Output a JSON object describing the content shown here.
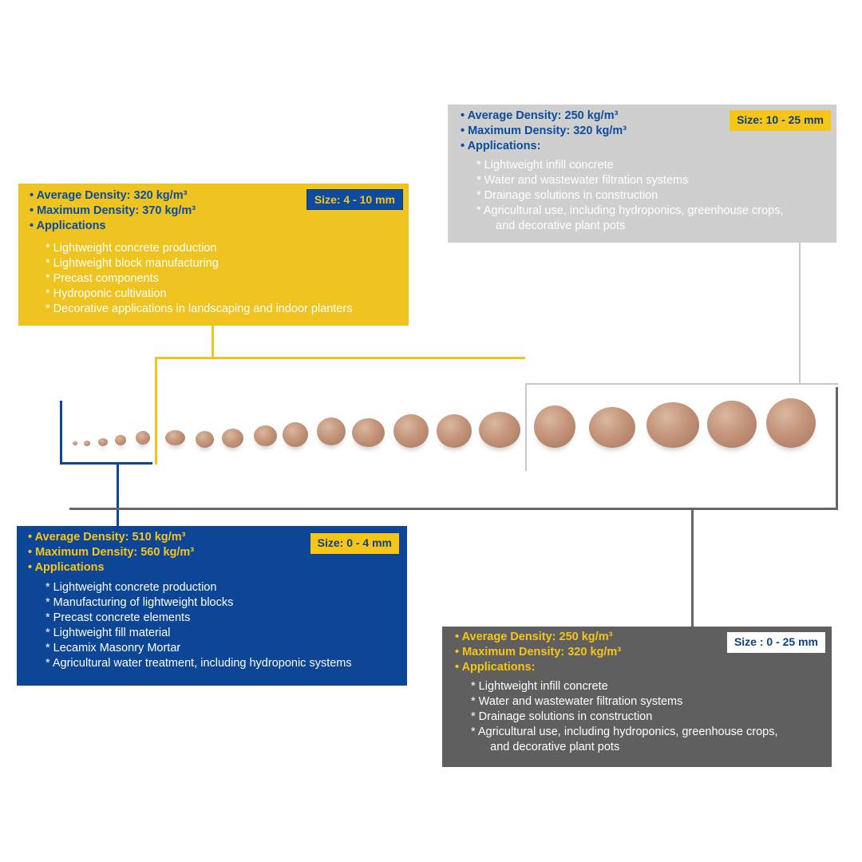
{
  "yellow_box": {
    "avg": "• Average Density: 320 kg/m³",
    "max": "• Maximum Density: 370 kg/m³",
    "apps_title": "• Applications",
    "size": "Size: 4 - 10 mm",
    "apps": [
      "*  Lightweight concrete production",
      "*  Lightweight block manufacturing",
      "*  Precast components",
      "*  Hydroponic cultivation",
      "*  Decorative applications in landscaping and indoor planters"
    ]
  },
  "gray_box": {
    "avg": "• Average Density: 250 kg/m³",
    "max": "• Maximum Density: 320 kg/m³",
    "apps_title": "• Applications:",
    "size": "Size: 10 - 25 mm",
    "apps": [
      "*  Lightweight infill concrete",
      "*  Water and wastewater filtration systems",
      "*  Drainage solutions in construction",
      "*  Agricultural use, including hydroponics, greenhouse crops,",
      "      and decorative plant pots"
    ]
  },
  "blue_box": {
    "avg": "• Average Density: 510 kg/m³",
    "max": "• Maximum Density: 560 kg/m³",
    "apps_title": "• Applications",
    "size": "Size: 0 - 4 mm",
    "apps": [
      "*  Lightweight concrete production",
      "*  Manufacturing of lightweight blocks",
      "*  Precast concrete elements",
      "*  Lightweight fill material",
      "*  Lecamix Masonry Mortar",
      "*  Agricultural water treatment, including hydroponic systems"
    ]
  },
  "dark_box": {
    "avg": "• Average Density: 250 kg/m³",
    "max": "• Maximum Density: 320 kg/m³",
    "apps_title": "• Applications:",
    "size": "Size : 0 - 25 mm",
    "apps": [
      "*  Lightweight infill concrete",
      "*  Water and wastewater filtration systems",
      "*  Drainage solutions in construction",
      "*  Agricultural use, including hydroponics, greenhouse crops,",
      "      and decorative plant pots"
    ]
  },
  "colors": {
    "yellow": "#f0c420",
    "blue": "#0d4597",
    "light_gray": "#cfcfcf",
    "dark_gray": "#5f5f5f"
  }
}
